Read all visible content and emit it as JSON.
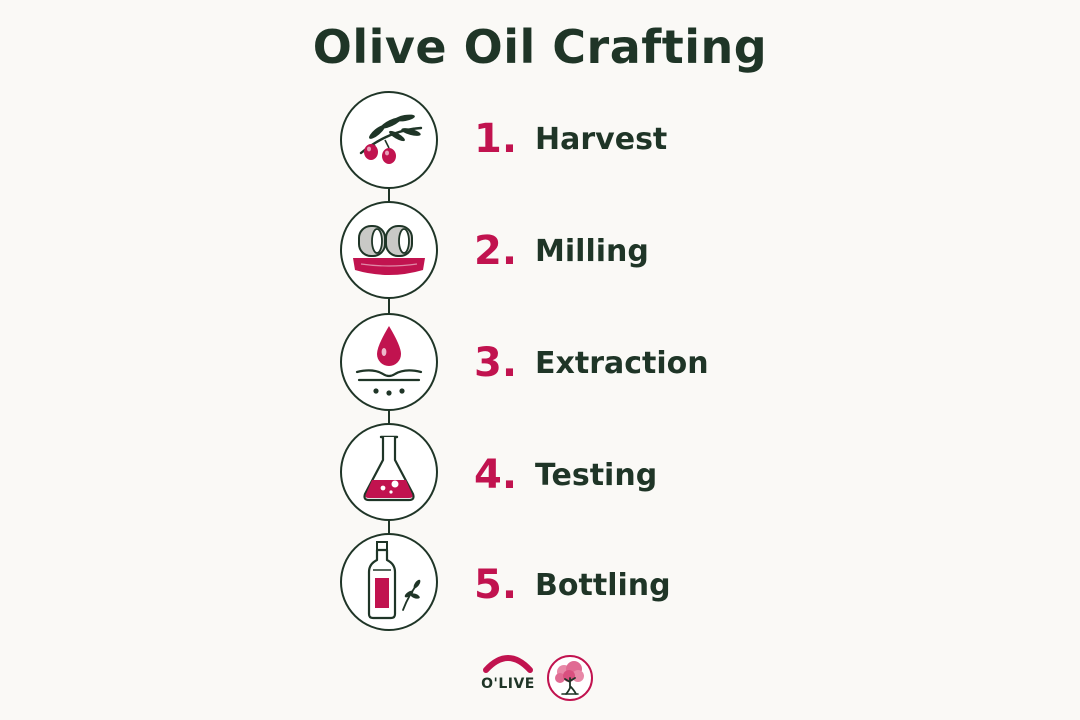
{
  "title": "Olive Oil Crafting",
  "steps": [
    {
      "number": "1.",
      "label": "Harvest",
      "icon": "olive-branch-icon"
    },
    {
      "number": "2.",
      "label": "Milling",
      "icon": "millstone-icon"
    },
    {
      "number": "3.",
      "label": "Extraction",
      "icon": "oil-drop-icon"
    },
    {
      "number": "4.",
      "label": "Testing",
      "icon": "lab-flask-icon"
    },
    {
      "number": "5.",
      "label": "Bottling",
      "icon": "oil-bottle-icon"
    }
  ],
  "brand": {
    "wordmark": "O'LIVE",
    "seal_icon": "olive-tree-icon"
  },
  "colors": {
    "background": "#faf9f6",
    "dark_green": "#1f3527",
    "accent": "#c1134f"
  }
}
